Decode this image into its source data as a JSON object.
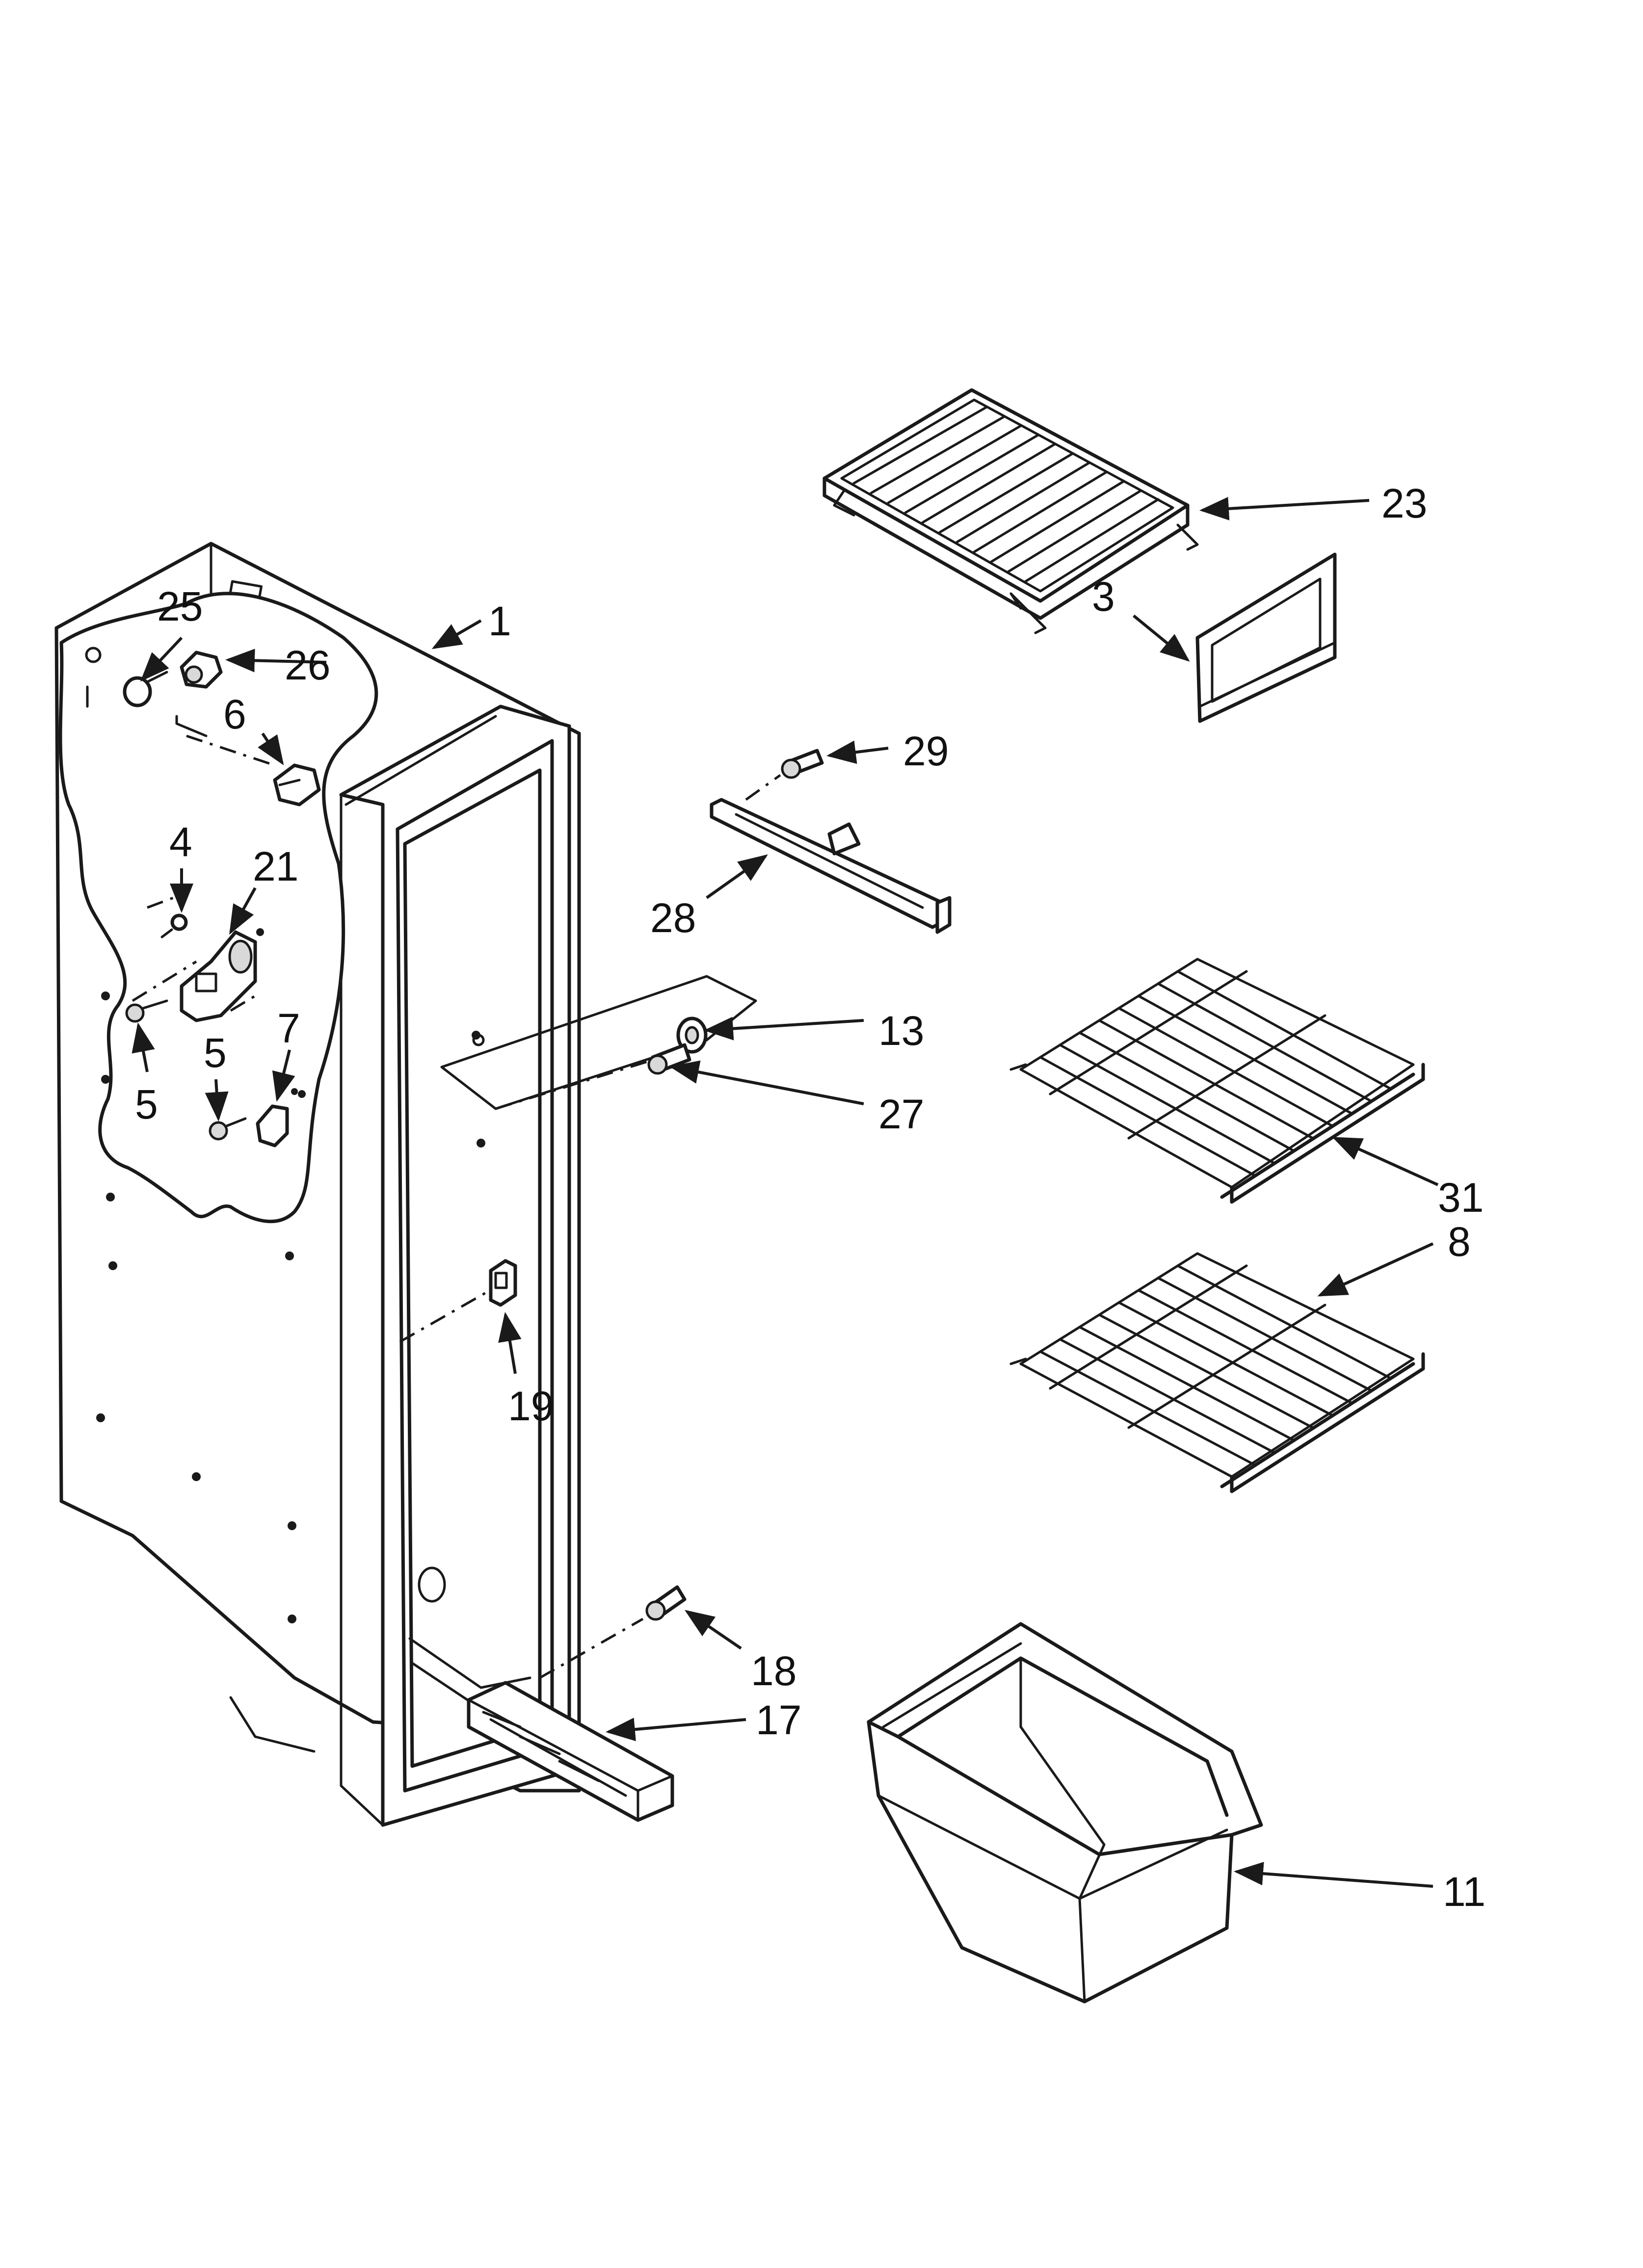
{
  "callouts": [
    {
      "id": "c1",
      "label": "1"
    },
    {
      "id": "c3",
      "label": "3"
    },
    {
      "id": "c4",
      "label": "4"
    },
    {
      "id": "c5a",
      "label": "5"
    },
    {
      "id": "c5b",
      "label": "5"
    },
    {
      "id": "c6",
      "label": "6"
    },
    {
      "id": "c7",
      "label": "7"
    },
    {
      "id": "c8",
      "label": "8"
    },
    {
      "id": "c11",
      "label": "11"
    },
    {
      "id": "c13",
      "label": "13"
    },
    {
      "id": "c17",
      "label": "17"
    },
    {
      "id": "c18",
      "label": "18"
    },
    {
      "id": "c19",
      "label": "19"
    },
    {
      "id": "c21",
      "label": "21"
    },
    {
      "id": "c23",
      "label": "23"
    },
    {
      "id": "c25",
      "label": "25"
    },
    {
      "id": "c26",
      "label": "26"
    },
    {
      "id": "c27",
      "label": "27"
    },
    {
      "id": "c28",
      "label": "28"
    },
    {
      "id": "c29",
      "label": "29"
    },
    {
      "id": "c31",
      "label": "31"
    }
  ]
}
